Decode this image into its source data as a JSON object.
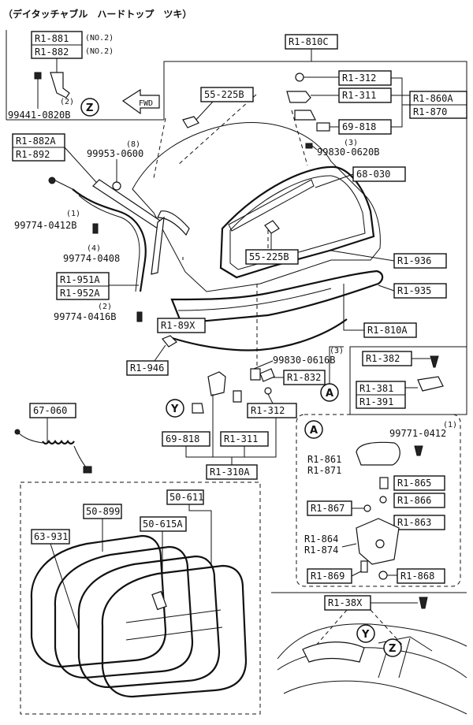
{
  "title": "（デイタッチャブル　ハードトップ　ツキ）",
  "fwd": "FWD",
  "markers": {
    "a": "A",
    "y": "Y",
    "z": "Z"
  },
  "parts": {
    "p881": "R1-881",
    "p882": "R1-882",
    "no2a": "(NO.2)",
    "no2b": "(NO.2)",
    "q2z": "(2)",
    "p99441": "99441-0820B",
    "p810c": "R1-810C",
    "p312top": "R1-312",
    "p311top": "R1-311",
    "p860a": "R1-860A",
    "p870": "R1-870",
    "p818top": "69-818",
    "q3top": "(3)",
    "p99830a": "99830-0620B",
    "p55225a": "55-225B",
    "p882a": "R1-882A",
    "p892": "R1-892",
    "q8": "(8)",
    "p99953": "99953-0600",
    "q1a": "(1)",
    "p99774a": "99774-0412B",
    "q4": "(4)",
    "p99774b": "99774-0408",
    "p951a": "R1-951A",
    "p952a": "R1-952A",
    "q2b": "(2)",
    "p99774c": "99774-0416B",
    "p68030": "68-030",
    "p55225b": "55-225B",
    "p936": "R1-936",
    "p935": "R1-935",
    "p89x": "R1-89X",
    "p810a": "R1-810A",
    "p946": "R1-946",
    "q3b": "(3)",
    "p99830b": "99830-0616B",
    "p832": "R1-832",
    "p382": "R1-382",
    "p381": "R1-381",
    "p391": "R1-391",
    "p312b": "R1-312",
    "p67060": "67-060",
    "p818b": "69-818",
    "p311b": "R1-311",
    "p310a": "R1-310A",
    "q1c": "(1)",
    "p99771": "99771-0412",
    "p861": "R1-861",
    "p871": "R1-871",
    "p865": "R1-865",
    "p866": "R1-866",
    "p867": "R1-867",
    "p863": "R1-863",
    "p864": "R1-864",
    "p874": "R1-874",
    "p869": "R1-869",
    "p868": "R1-868",
    "p50611": "50-611",
    "p50899": "50-899",
    "p50615a": "50-615A",
    "p63931": "63-931",
    "p38x": "R1-38X"
  }
}
